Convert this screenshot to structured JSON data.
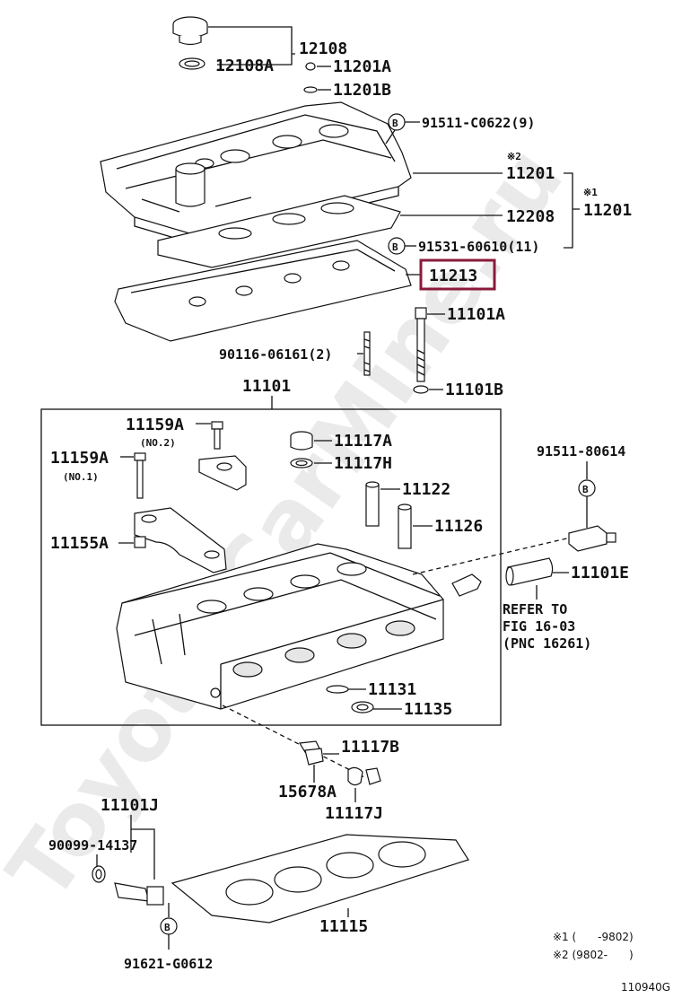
{
  "watermark": "Toyota-CarMine.ru",
  "parts": {
    "p12108": "12108",
    "p12108A": "12108A",
    "p11201A": "11201A",
    "p11201B": "11201B",
    "p91511C0622": "91511-C0622(9)",
    "p11201_note": "※2",
    "p11201": "11201",
    "p12208": "12208",
    "p11201_set_note": "※1",
    "p11201_set": "11201",
    "p9153160610": "91531-60610(11)",
    "p11213": "11213",
    "p11101A": "11101A",
    "p9011606161": "90116-06161(2)",
    "p11101B": "11101B",
    "p11101": "11101",
    "p11159A_no2": "11159A",
    "p11159A_no2_sub": "(NO.2)",
    "p11159A_no1": "11159A",
    "p11159A_no1_sub": "(NO.1)",
    "p11117A": "11117A",
    "p11117H": "11117H",
    "p11122": "11122",
    "p11126": "11126",
    "p11155A": "11155A",
    "p9151180614": "91511-80614",
    "p11101E": "11101E",
    "refer_line1": "REFER TO",
    "refer_line2": "FIG 16-03",
    "refer_line3": "(PNC 16261)",
    "p11131": "11131",
    "p11135": "11135",
    "p11117B": "11117B",
    "p15678A": "15678A",
    "p11117J": "11117J",
    "p11101J": "11101J",
    "p9009914137": "90099-14137",
    "p11115": "11115",
    "p91621G0612": "91621-G0612"
  },
  "bolt_marker": "B",
  "footnotes": {
    "note1": "※1 (　　-9802)",
    "note2": "※2 (9802-　　)"
  },
  "figure_code": "110940G",
  "highlight_color": "#8b1a3a"
}
